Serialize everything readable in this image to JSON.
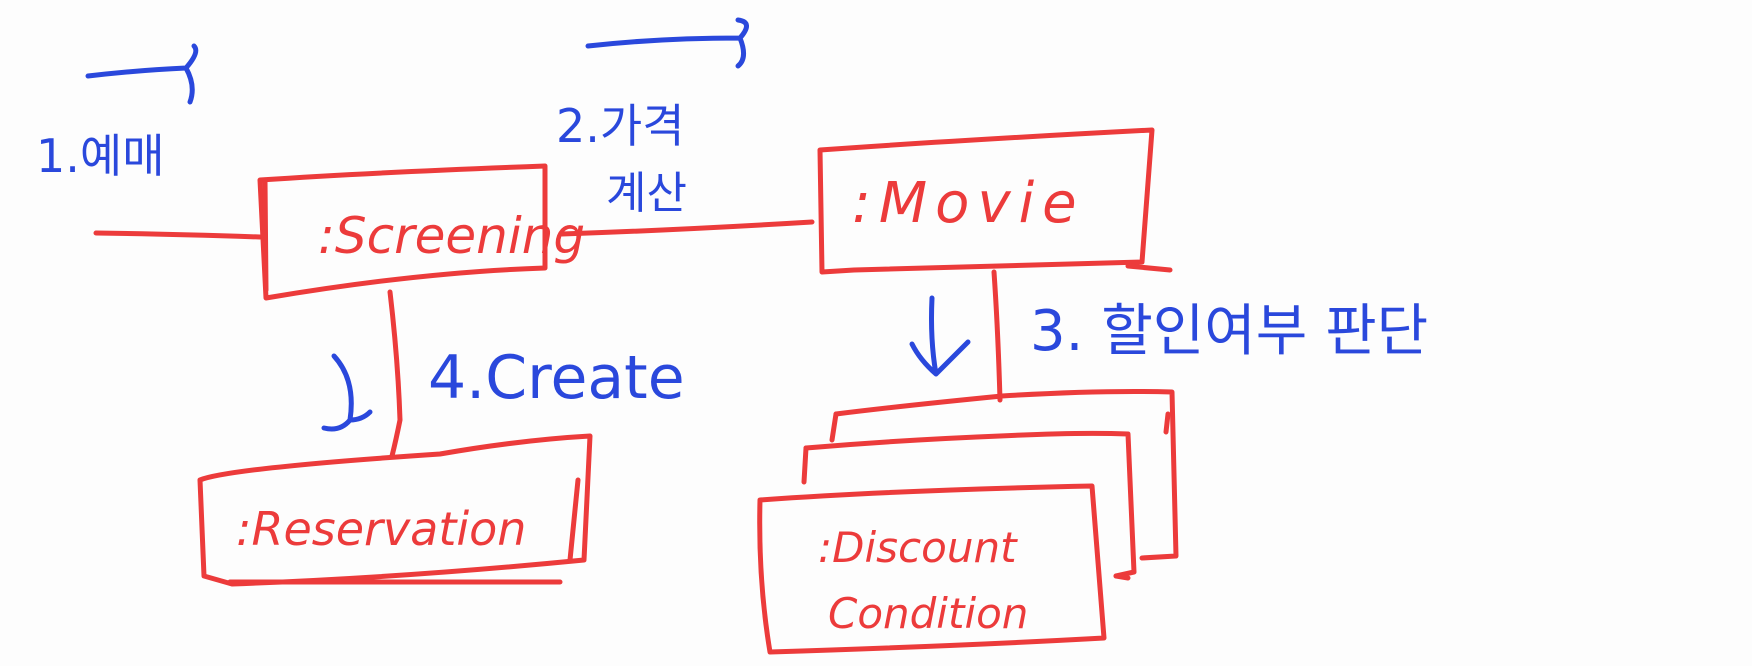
{
  "colors": {
    "object_stroke": "#ec3b3b",
    "message_ink": "#2a48dc",
    "background": "#fdfdfd"
  },
  "objects": {
    "screening": ":Screening",
    "movie": ":Movie",
    "reservation": ":Reservation",
    "discount_condition_line1": ":Discount",
    "discount_condition_line2": "Condition"
  },
  "messages": {
    "msg1": "1.예매",
    "msg2_line1": "2.가격",
    "msg2_line2": "계산",
    "msg3": "3. 할인여부 판단",
    "msg4": "4.Create"
  }
}
